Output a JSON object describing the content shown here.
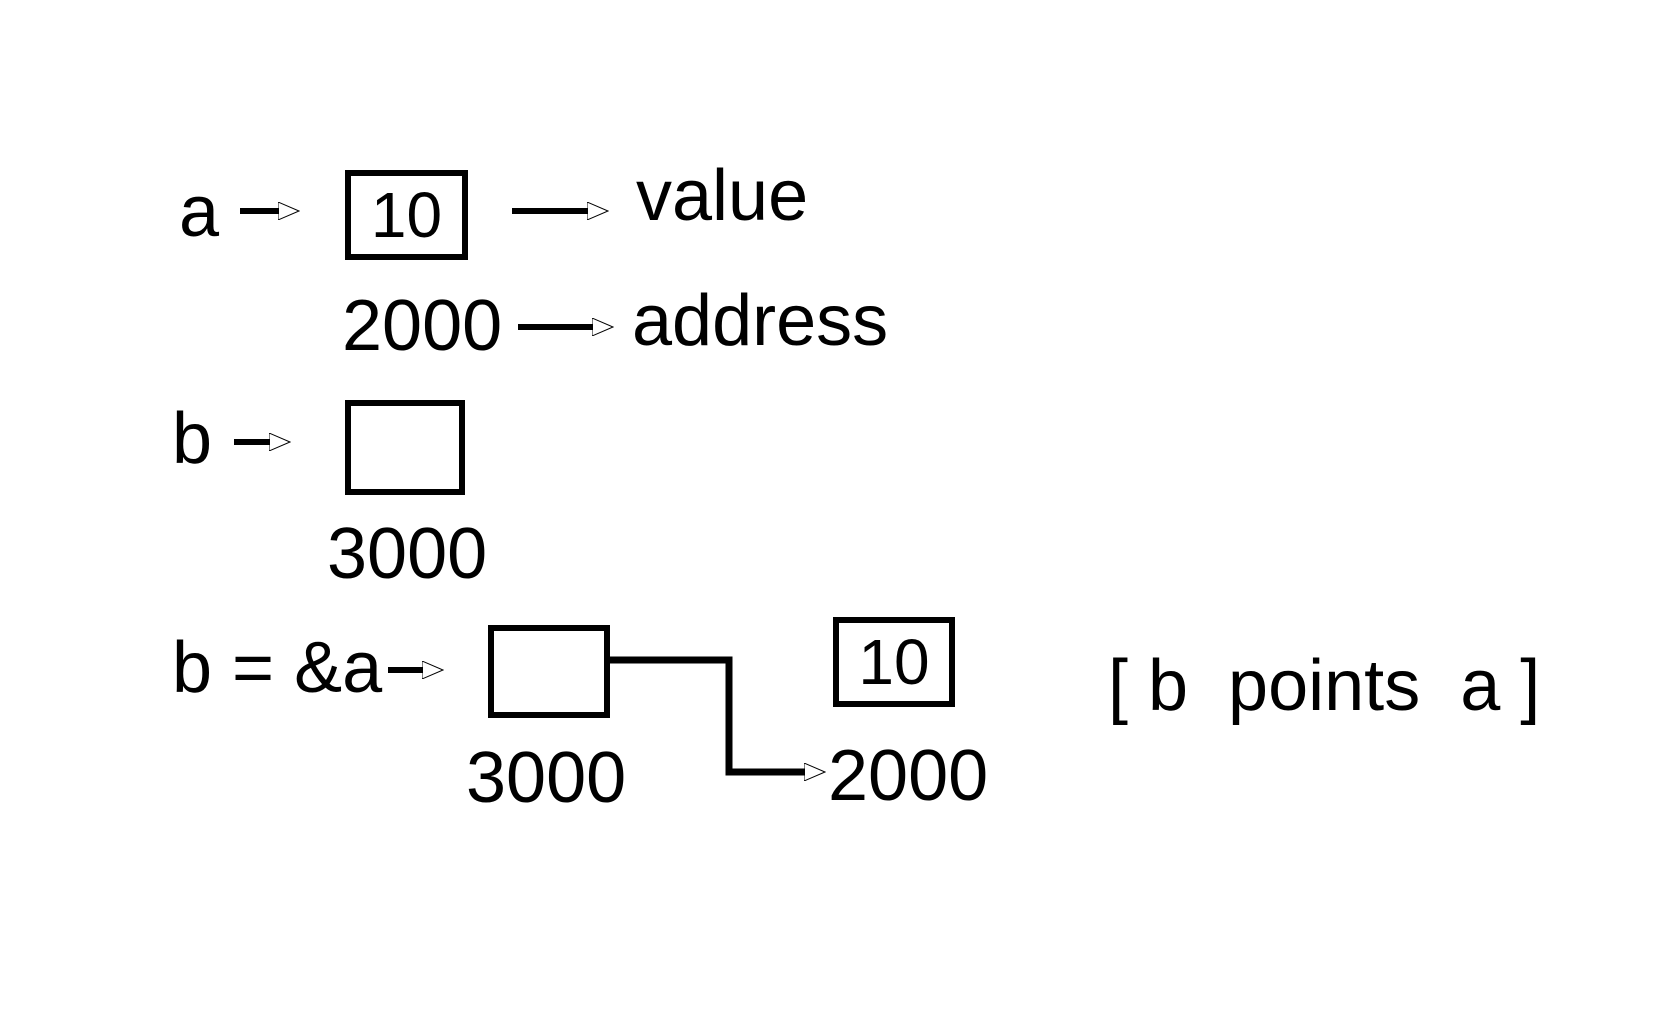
{
  "colors": {
    "ink": "#000000",
    "background": "#ffffff"
  },
  "diagram": {
    "section_a": {
      "var_label": "a",
      "box_value": "10",
      "value_caption": "value",
      "address": "2000",
      "address_caption": "address"
    },
    "section_b": {
      "var_label": "b",
      "box_value": "",
      "address": "3000"
    },
    "section_assignment": {
      "expr_label": "b = &a",
      "pointer_box_value": "",
      "pointer_address": "3000",
      "target_box_value": "10",
      "target_address": "2000",
      "note": "[ b  points  a ]"
    }
  }
}
